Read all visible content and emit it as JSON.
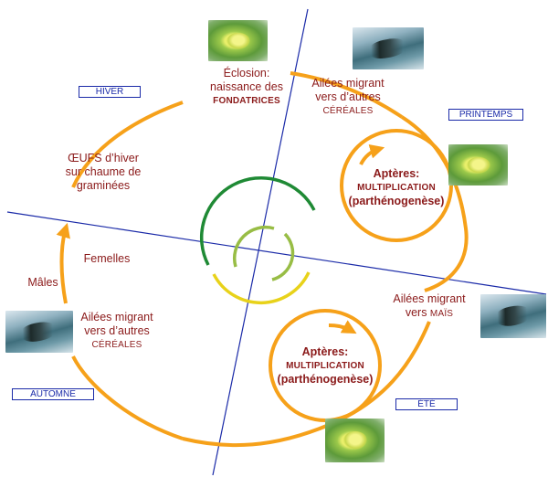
{
  "seasons": {
    "hiver": "HIVER",
    "printemps": "PRINTEMPS",
    "ete": "ÉTÉ",
    "automne": "AUTOMNE"
  },
  "labels": {
    "eclosion": {
      "line1": "Éclosion:",
      "line2": "naissance des",
      "line3": "FONDATRICES"
    },
    "ailees_spring": {
      "line1": "Ailées migrant",
      "line2": "vers d’autres",
      "line3": "CÉRÉALES"
    },
    "apteres_spring": {
      "line1": "Aptères:",
      "line2": "MULTIPLICATION",
      "line3": "(parthénogenèse)"
    },
    "ailees_mais": {
      "line1": "Ailées migrant",
      "line2a": "vers ",
      "line2b": "MAÏS"
    },
    "apteres_summer": {
      "line1": "Aptères:",
      "line2": "MULTIPLICATION",
      "line3": "(parthénogenèse)"
    },
    "ailees_autumn": {
      "line1": "Ailées migrant",
      "line2": "vers d’autres",
      "line3": "CÉRÉALES"
    },
    "males": "Mâles",
    "femelles": "Femelles",
    "oeufs": {
      "line1": "ŒUFS d’hiver",
      "line2": "sur chaume de",
      "line3": "graminées"
    }
  },
  "photos": [
    {
      "name": "photo-fondatrice",
      "kind": "green"
    },
    {
      "name": "photo-winged-spring",
      "kind": "dark"
    },
    {
      "name": "photo-aptere-spring",
      "kind": "green"
    },
    {
      "name": "photo-winged-mais",
      "kind": "dark"
    },
    {
      "name": "photo-aptere-summer",
      "kind": "green"
    },
    {
      "name": "photo-winged-autumn",
      "kind": "dark"
    }
  ],
  "colors": {
    "cycle": "#f6a11a",
    "text": "#8b1a1a",
    "axis": "#1a2aa8",
    "center_green_dark": "#1f8a35",
    "center_green_light": "#98bd45",
    "center_yellow": "#e8d21a"
  }
}
